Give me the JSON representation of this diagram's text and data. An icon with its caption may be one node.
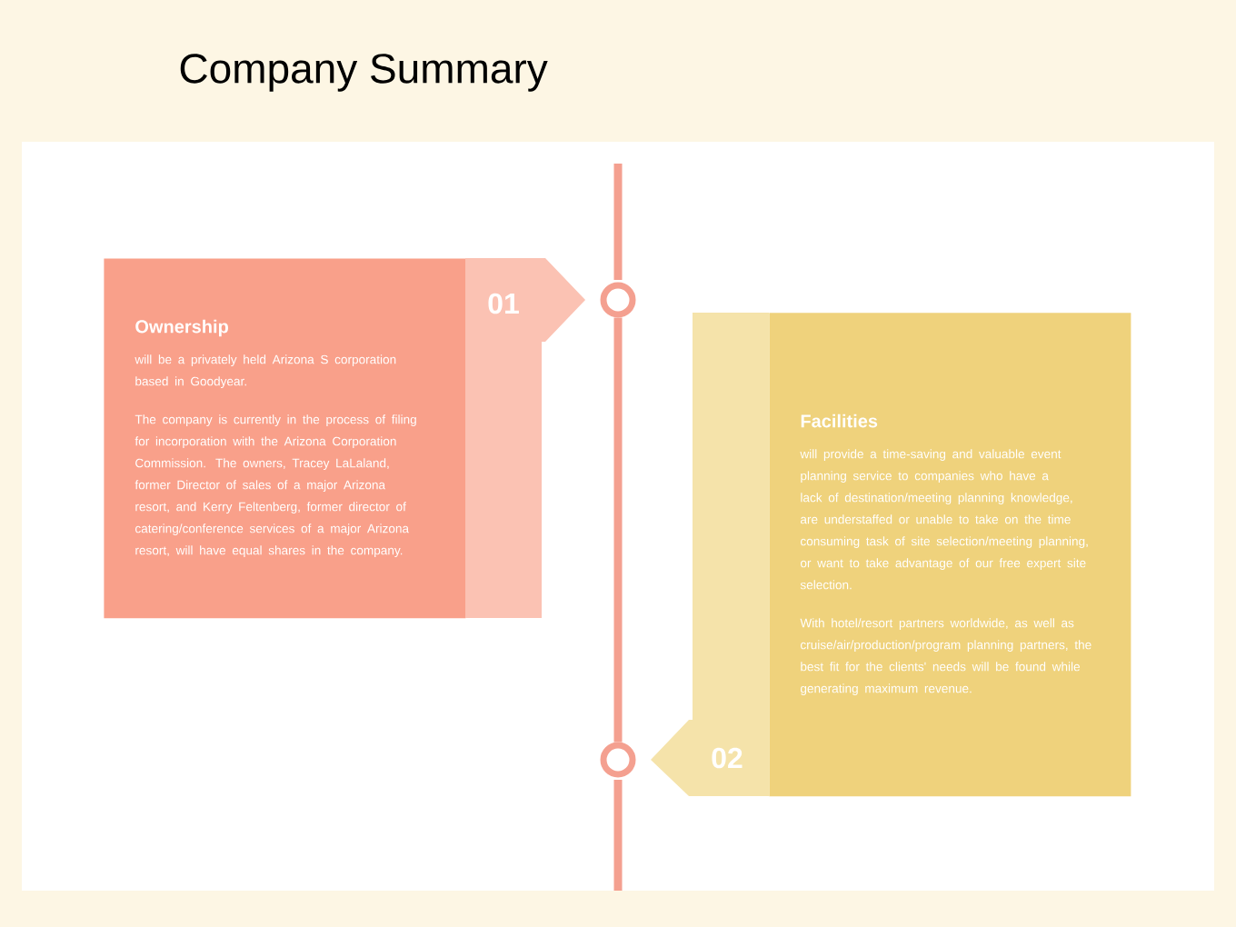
{
  "diagram": {
    "title": "Company Summary",
    "nodes": [
      {
        "text": [
          "Ownership",
          "will be a privately held Arizona S corporation based in Goodyear.",
          "The company is currently in the process of filing for incorporation with the Arizona Corporation Commission. The owners, Tracey LaLaland, former Director of sales of a major Arizona resort, and Kerry Feltenberg, former director of catering/conference services of a major Arizona resort, will have equal shares in the company."
        ]
      },
      {
        "text": [
          "01"
        ]
      },
      {
        "text": [],
        "shape": "circle"
      },
      {
        "text": [
          "Facilities",
          "will provide a time-saving and valuable event planning service to companies who have a lack of destination/meeting planning knowledge, are understaffed or unable to take on the time consuming task of site selection/meeting planning, or want to take advantage of our free expert site selection.",
          "With hotel/resort partners worldwide, as well as cruise/air/production/program planning partners, the best fit for the clients' needs will be found while generating maximum revenue."
        ]
      },
      {
        "text": [
          "02"
        ]
      },
      {
        "text": [],
        "shape": "circle"
      }
    ],
    "edges": [
      {
        "from": 2,
        "to": 5,
        "arrow": "none"
      }
    ]
  }
}
